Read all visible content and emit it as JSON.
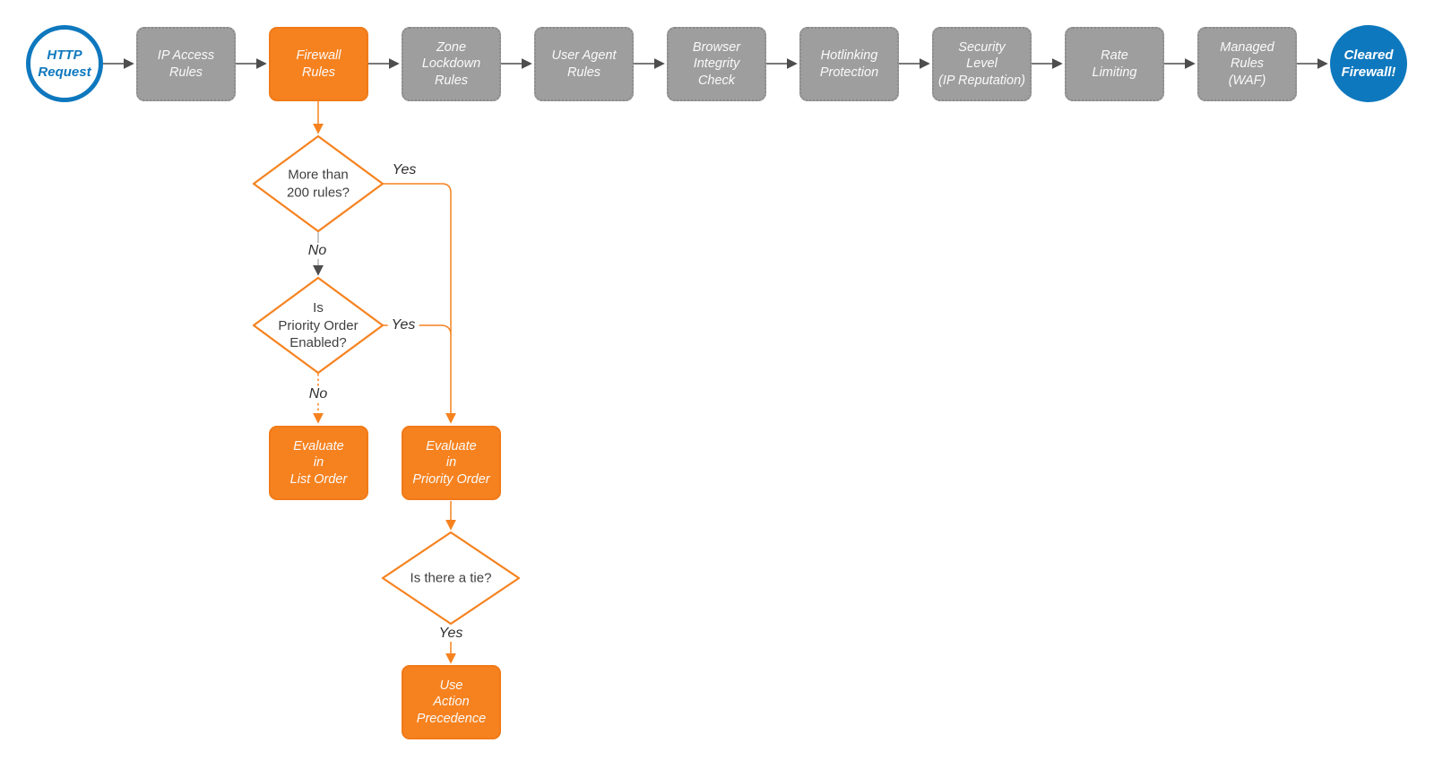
{
  "diagram": {
    "palette": {
      "orange": "#F6821F",
      "gray_box": "#9E9E9E",
      "arrow_gray": "#4D4D4D",
      "light_gray_line": "#B3B3B3",
      "blue": "#0E78BE",
      "diamond_text": "#3F3F3F",
      "box_text": "#FAFAFA"
    },
    "start_node": {
      "label": "HTTP\nRequest"
    },
    "end_node": {
      "label": "Cleared\nFirewall!"
    },
    "pipeline": [
      {
        "label": "IP Access\nRules",
        "highlighted": false
      },
      {
        "label": "Firewall\nRules",
        "highlighted": true
      },
      {
        "label": "Zone\nLockdown\nRules",
        "highlighted": false
      },
      {
        "label": "User Agent\nRules",
        "highlighted": false
      },
      {
        "label": "Browser\nIntegrity\nCheck",
        "highlighted": false
      },
      {
        "label": "Hotlinking\nProtection",
        "highlighted": false
      },
      {
        "label": "Security\nLevel\n(IP Reputation)",
        "highlighted": false
      },
      {
        "label": "Rate\nLimiting",
        "highlighted": false
      },
      {
        "label": "Managed\nRules\n(WAF)",
        "highlighted": false
      }
    ],
    "decisions": [
      {
        "label": "More than\n200 rules?"
      },
      {
        "label": "Is\nPriority Order\nEnabled?"
      },
      {
        "label": "Is there a tie?"
      }
    ],
    "actions": [
      {
        "label": "Evaluate\nin\nList Order"
      },
      {
        "label": "Evaluate\nin\nPriority Order"
      },
      {
        "label": "Use\nAction\nPrecedence"
      }
    ],
    "edge_labels": {
      "d1_yes": "Yes",
      "d1_no": "No",
      "d2_yes": "Yes",
      "d2_no": "No",
      "d3_yes": "Yes"
    }
  }
}
